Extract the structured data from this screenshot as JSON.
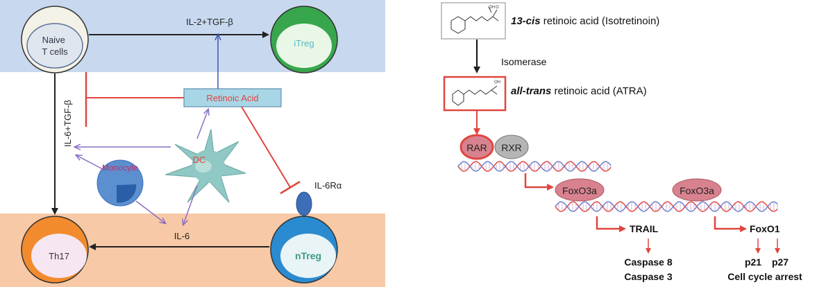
{
  "left_panel": {
    "naive_cells": "Naive\nT cells",
    "itreg": "iTreg",
    "th17": "Th17",
    "ntreg": "nTreg",
    "il2_tgfb": "IL-2+TGF-β",
    "il6_tgfb": "IL-6+TGF-β",
    "retinoic_acid": "Retinoic Acid",
    "dc": "DC",
    "monocyte": "Monocyte",
    "il6_ralpha": "IL-6Rα",
    "il6": "IL-6"
  },
  "right_panel": {
    "cis_name_italic": "13-cis",
    "cis_name_rest": " retinoic acid (Isotretinoin)",
    "isomerase": "Isomerase",
    "trans_name_italic": "all-trans",
    "trans_name_rest": " retinoic acid (ATRA)",
    "rar": "RAR",
    "rxr": "RXR",
    "foxo3a_1": "FoxO3a",
    "foxo3a_2": "FoxO3a",
    "trail": "TRAIL",
    "foxo1": "FoxO1",
    "caspase8": "Caspase 8",
    "caspase3": "Caspase 3",
    "p21": "p21",
    "p27": "p27",
    "cell_cycle_arrest": "Cell cycle arrest"
  },
  "colors": {
    "blue_band": "#c8d8ee",
    "orange_band": "#f7c9a6",
    "red_arrow": "#e0453f",
    "purple_arrow": "#8a6fc4",
    "blue_arrow": "#3b56b0",
    "ra_box": "#a9d6e6",
    "itreg_ring": "#37a64c",
    "th17_ring": "#f28a2e",
    "ntreg_ring": "#2a8bd0",
    "dc_body": "#8fc8c4",
    "monocyte": "#5b8fd0",
    "receptor": "#3d6fb8",
    "oval_pink": "#d9828f",
    "rxr_gray": "#b5b5b5"
  }
}
